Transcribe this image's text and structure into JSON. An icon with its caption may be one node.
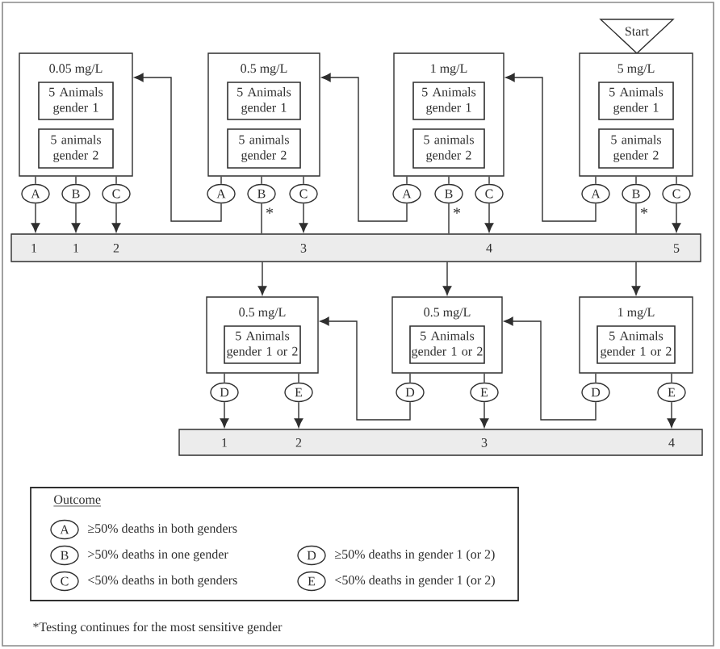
{
  "diagram": {
    "nodes": [
      {
        "text": [
          "Start"
        ]
      },
      {
        "text": [
          "0.05 mg/L"
        ]
      },
      {
        "text": [
          "5 Animals gender 1"
        ],
        "in": 1
      },
      {
        "text": [
          "5 animals gender 2"
        ],
        "in": 1
      },
      {
        "text": [
          "0.5 mg/L"
        ]
      },
      {
        "text": [
          "5 Animals gender 1"
        ],
        "in": 4
      },
      {
        "text": [
          "5 animals gender 2"
        ],
        "in": 4
      },
      {
        "text": [
          "1 mg/L"
        ]
      },
      {
        "text": [
          "5 Animals gender 1"
        ],
        "in": 7
      },
      {
        "text": [
          "5 animals gender 2"
        ],
        "in": 7
      },
      {
        "text": [
          "5 mg/L"
        ]
      },
      {
        "text": [
          "5 Animals gender 1"
        ],
        "in": 10
      },
      {
        "text": [
          "5 animals gender 2"
        ],
        "in": 10
      },
      {
        "text": [
          "A"
        ]
      },
      {
        "text": [
          "B"
        ]
      },
      {
        "text": [
          "C"
        ]
      },
      {
        "text": [
          "A"
        ]
      },
      {
        "text": [
          "B"
        ],
        "beside": [
          "*"
        ]
      },
      {
        "text": [
          "C"
        ]
      },
      {
        "text": [
          "A"
        ]
      },
      {
        "text": [
          "B"
        ],
        "beside": [
          "*"
        ]
      },
      {
        "text": [
          "C"
        ]
      },
      {
        "text": [
          "A"
        ]
      },
      {
        "text": [
          "B"
        ],
        "beside": [
          "*"
        ]
      },
      {
        "text": [
          "C"
        ]
      },
      {
        "text": [
          "1",
          "1",
          "2",
          "3",
          "4",
          "5"
        ]
      },
      {
        "text": [
          "0.5 mg/L"
        ]
      },
      {
        "text": [
          "5 Animals gender 1 or 2"
        ],
        "in": 26
      },
      {
        "text": [
          "0.5 mg/L"
        ]
      },
      {
        "text": [
          "5 Animals gender 1 or 2"
        ],
        "in": 28
      },
      {
        "text": [
          "1 mg/L"
        ]
      },
      {
        "text": [
          "5 Animals gender 1 or 2"
        ],
        "in": 30
      },
      {
        "text": [
          "D"
        ]
      },
      {
        "text": [
          "E"
        ]
      },
      {
        "text": [
          "D"
        ]
      },
      {
        "text": [
          "E"
        ]
      },
      {
        "text": [
          "D"
        ]
      },
      {
        "text": [
          "E"
        ]
      },
      {
        "text": [
          "1",
          "2",
          "3",
          "4"
        ]
      },
      {
        "text": [
          "Outcome"
        ]
      },
      {
        "text": [
          "A"
        ],
        "in": 39,
        "beside": [
          "≥50% deaths in both genders"
        ]
      },
      {
        "text": [
          "B"
        ],
        "in": 39,
        "beside": [
          ">50% deaths in one gender"
        ]
      },
      {
        "text": [
          "D"
        ],
        "in": 39,
        "beside": [
          "≥50% deaths in gender 1 (or 2)"
        ]
      },
      {
        "text": [
          "C"
        ],
        "in": 39,
        "beside": [
          "<50% deaths in both genders"
        ]
      },
      {
        "text": [
          "E"
        ],
        "in": 39,
        "beside": [
          "<50% deaths in gender 1 (or 2)"
        ]
      }
    ],
    "edges": [
      {
        "from": 1,
        "to": 13,
        "arrow": "none"
      },
      {
        "from": 1,
        "to": 14,
        "arrow": "none"
      },
      {
        "from": 1,
        "to": 15,
        "arrow": "none"
      },
      {
        "from": 4,
        "to": 16,
        "arrow": "none"
      },
      {
        "from": 4,
        "to": 17,
        "arrow": "none"
      },
      {
        "from": 4,
        "to": 18,
        "arrow": "none"
      },
      {
        "from": 7,
        "to": 19,
        "arrow": "none"
      },
      {
        "from": 7,
        "to": 20,
        "arrow": "none"
      },
      {
        "from": 7,
        "to": 21,
        "arrow": "none"
      },
      {
        "from": 10,
        "to": 22,
        "arrow": "none"
      },
      {
        "from": 10,
        "to": 23,
        "arrow": "none"
      },
      {
        "from": 10,
        "to": 24,
        "arrow": "none"
      },
      {
        "from": 13,
        "to": 25,
        "arrow": "to"
      },
      {
        "from": 14,
        "to": 25,
        "arrow": "to"
      },
      {
        "from": 15,
        "to": 25,
        "arrow": "to"
      },
      {
        "from": 16,
        "to": 1,
        "arrow": "to"
      },
      {
        "from": 17,
        "to": 25,
        "arrow": "none"
      },
      {
        "from": 18,
        "to": 25,
        "arrow": "to"
      },
      {
        "from": 19,
        "to": 4,
        "arrow": "to"
      },
      {
        "from": 20,
        "to": 25,
        "arrow": "none"
      },
      {
        "from": 21,
        "to": 25,
        "arrow": "to"
      },
      {
        "from": 22,
        "to": 7,
        "arrow": "to"
      },
      {
        "from": 23,
        "to": 25,
        "arrow": "none"
      },
      {
        "from": 24,
        "to": 25,
        "arrow": "to"
      },
      {
        "from": 25,
        "to": 26,
        "arrow": "to"
      },
      {
        "from": 25,
        "to": 28,
        "arrow": "to"
      },
      {
        "from": 25,
        "to": 30,
        "arrow": "to"
      },
      {
        "from": 26,
        "to": 32,
        "arrow": "none"
      },
      {
        "from": 26,
        "to": 33,
        "arrow": "none"
      },
      {
        "from": 28,
        "to": 34,
        "arrow": "none"
      },
      {
        "from": 28,
        "to": 35,
        "arrow": "none"
      },
      {
        "from": 30,
        "to": 36,
        "arrow": "none"
      },
      {
        "from": 30,
        "to": 37,
        "arrow": "none"
      },
      {
        "from": 32,
        "to": 38,
        "arrow": "to"
      },
      {
        "from": 33,
        "to": 38,
        "arrow": "to"
      },
      {
        "from": 34,
        "to": 26,
        "arrow": "to"
      },
      {
        "from": 35,
        "to": 38,
        "arrow": "to"
      },
      {
        "from": 36,
        "to": 28,
        "arrow": "to"
      },
      {
        "from": 37,
        "to": 38,
        "arrow": "to"
      }
    ],
    "labels": [
      "*Testing continues for the most sensitive gender"
    ]
  }
}
